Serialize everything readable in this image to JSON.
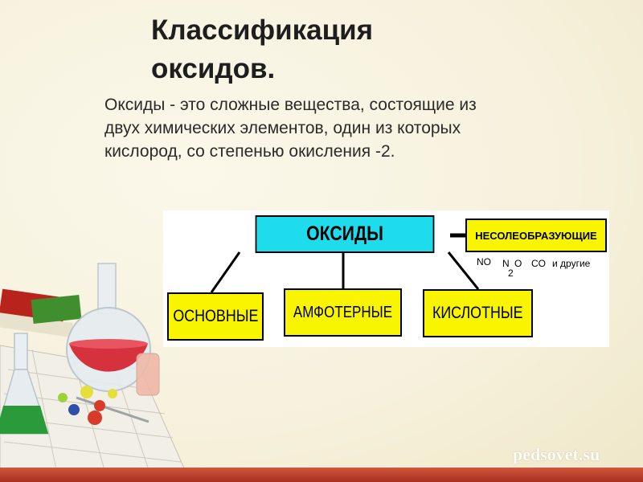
{
  "slide": {
    "title": "Классификация оксидов.",
    "definition": "Оксиды - это сложные вещества, состоящие из двух химических элементов, один из которых кислород, со степенью окисления -2."
  },
  "diagram": {
    "root": "ОКСИДЫ",
    "non_salt_forming": "НЕСОЛЕОБРАЗУЮЩИЕ",
    "examples": {
      "no": "NO",
      "n2o_n": "N",
      "n2o_sub": "2",
      "n2o_o": "O",
      "co": "CO",
      "others": "и другие"
    },
    "children": [
      "ОСНОВНЫЕ",
      "АМФОТЕРНЫЕ",
      "КИСЛОТНЫЕ"
    ]
  },
  "watermark": "pedsovet.su",
  "colors": {
    "root_box": "#1fdcec",
    "category_box": "#f9f400",
    "background": "#f7f3e1",
    "bottom_bar": "#b53b27"
  },
  "icons": [
    "laboratory-flasks-illustration"
  ]
}
